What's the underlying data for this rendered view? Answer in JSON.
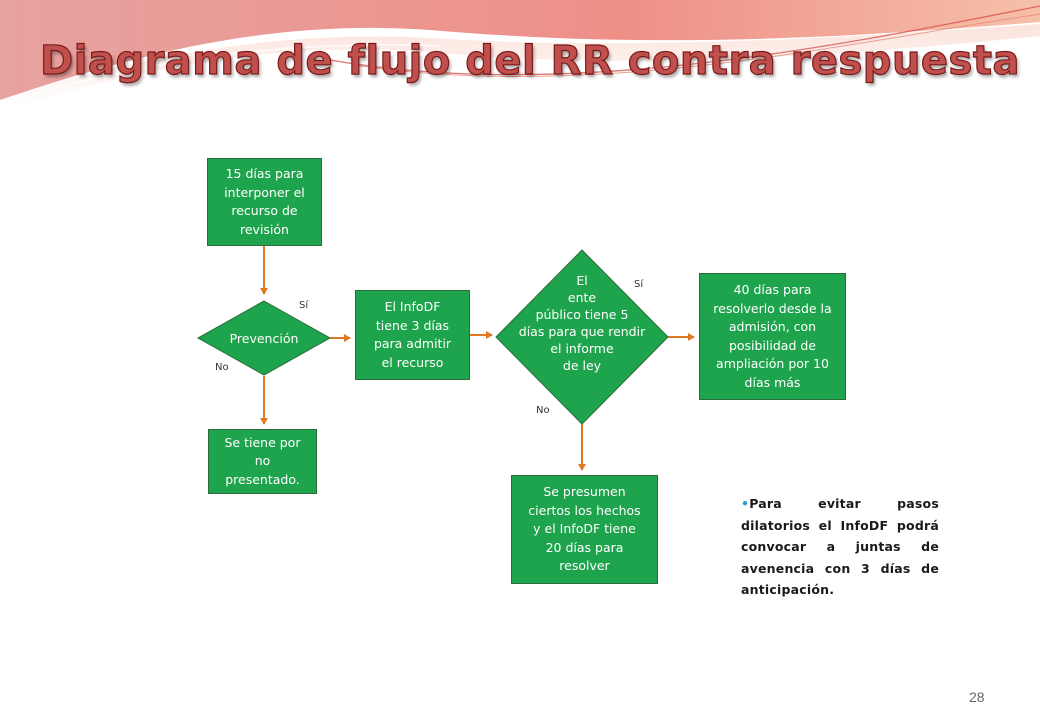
{
  "title": "Diagrama de flujo del RR contra respuesta",
  "colors": {
    "node_fill": "#1ea44c",
    "node_border": "#2b6c3a",
    "arrow": "#e07a20",
    "title": "#c0504d",
    "bullet": "#2e9bd6"
  },
  "nodes": {
    "start": "15 días para\ninterponer el\nrecurso de\nrevisión",
    "prevencion": "Prevención",
    "infodf": "El InfoDF\ntiene 3 días\npara admitir\nel recurso",
    "ente": "El\nente\npúblico tiene 5\ndías para que rendir\nel informe\nde ley",
    "cuarenta": "40 días para\nresolverlo desde la\nadmisión, con\nposibilidad de\nampliación por  10\ndías más",
    "no_presentado": "Se tiene por\nno\npresentado.",
    "presumen": "Se presumen\nciertos los hechos\ny el InfoDF tiene\n20 días para\nresolver"
  },
  "labels": {
    "si_1": "Sí",
    "no_1": "No",
    "si_2": "Sí",
    "no_2": "No"
  },
  "note": {
    "bullet": "•",
    "text": "Para evitar pasos dilatorios el InfoDF podrá convocar a juntas de avenencia con 3 días de anticipación."
  },
  "page_number": "28"
}
